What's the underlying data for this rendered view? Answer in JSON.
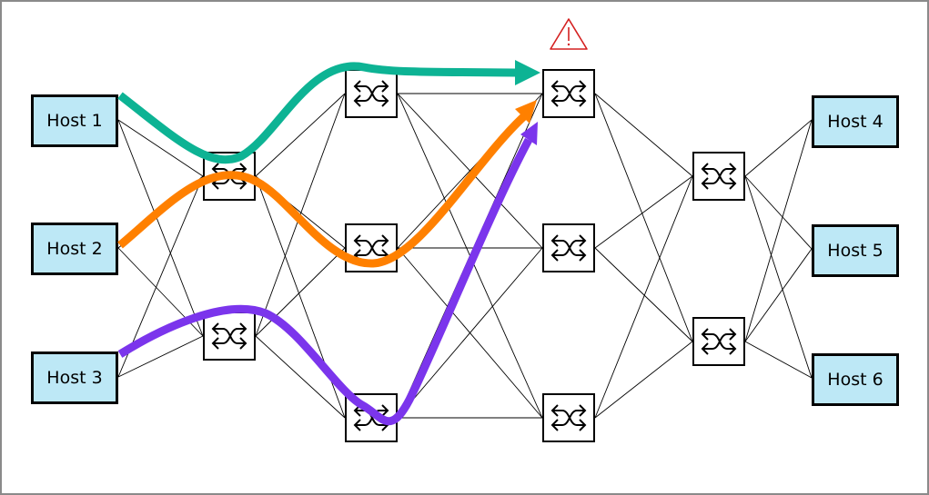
{
  "hosts": {
    "h1": "Host 1",
    "h2": "Host 2",
    "h3": "Host 3",
    "h4": "Host 4",
    "h5": "Host 5",
    "h6": "Host 6"
  },
  "icons": {
    "switch": "switch-crossed-arrows-icon",
    "warning": "warning-triangle-icon"
  },
  "colors": {
    "host_fill": "#bde8f6",
    "path_host1": "#0db394",
    "path_host2": "#ff8000",
    "path_host3": "#7b35ec",
    "warning": "#d42020"
  }
}
